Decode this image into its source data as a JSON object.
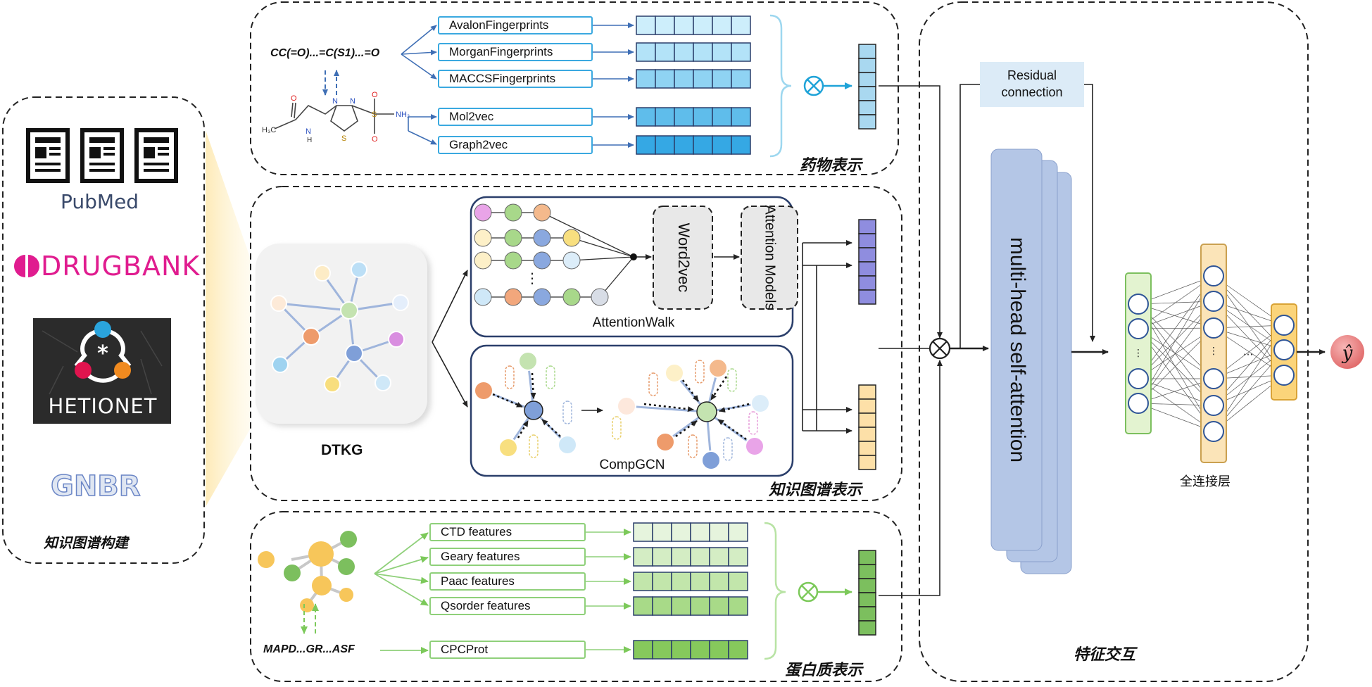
{
  "sources": {
    "title": "知识图谱构建",
    "pubmed": "PubMed",
    "drugbank": "DRUGBANK",
    "hetionet": "HETIONET",
    "gnbr": "GNBR"
  },
  "drug": {
    "title": "药物表示",
    "smiles": "CC(=O)...=C(S1)...=O",
    "features": [
      "AvalonFingerprints",
      "MorganFingerprints",
      "MACCSFingerprints",
      "Mol2vec",
      "Graph2vec"
    ],
    "colors": [
      "#cdeefb",
      "#b3e3f8",
      "#8fd3f3",
      "#5fbdeb",
      "#35a8e4"
    ]
  },
  "kg": {
    "title": "知识图谱表示",
    "graph_label": "DTKG",
    "attentionwalk": "AttentionWalk",
    "word2vec": "Word2vec",
    "attention_models": "Attention Models",
    "compgcn": "CompGCN",
    "ellipsis": "⋮"
  },
  "protein": {
    "title": "蛋白质表示",
    "sequence": "MAPD...GR...ASF",
    "features": [
      "CTD features",
      "Geary features",
      "Paac features",
      "Qsorder features",
      "CPCProt"
    ],
    "colors": [
      "#e6f4dd",
      "#d4edc4",
      "#c2e6ab",
      "#a8da88",
      "#86c95c"
    ]
  },
  "interaction": {
    "title": "特征交互",
    "residual": "Residual connection",
    "attention": "multi-head self-attention",
    "fc_label": "全连接层",
    "output": "ŷ",
    "ellipsis": "⋮",
    "hellipsis": "···"
  },
  "molecule_atoms": {
    "h3c": "H₃C",
    "o": "O",
    "n": "N",
    "s": "S",
    "nh2": "NH₂",
    "h": "H"
  }
}
